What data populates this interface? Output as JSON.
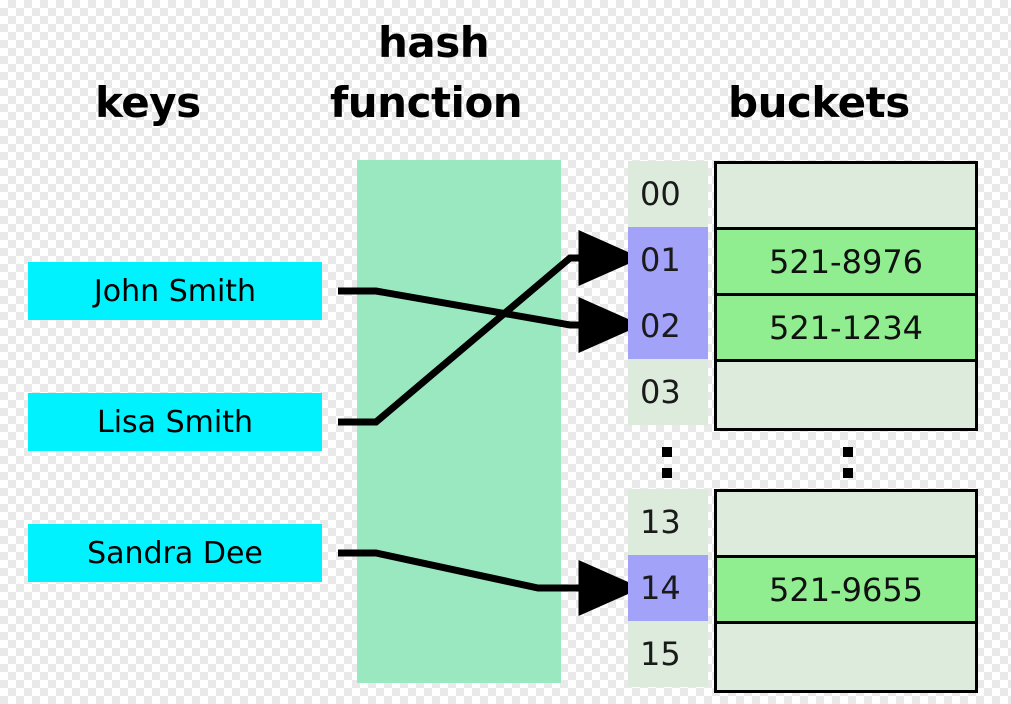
{
  "headings": {
    "keys": "keys",
    "hash_line1": "hash",
    "hash_line2": "function",
    "buckets": "buckets"
  },
  "keys": [
    {
      "label": "John Smith"
    },
    {
      "label": "Lisa Smith"
    },
    {
      "label": "Sandra Dee"
    }
  ],
  "buckets_top": [
    {
      "index": "00",
      "value": "",
      "filled": false
    },
    {
      "index": "01",
      "value": "521-8976",
      "filled": true
    },
    {
      "index": "02",
      "value": "521-1234",
      "filled": true
    },
    {
      "index": "03",
      "value": "",
      "filled": false
    }
  ],
  "buckets_bottom": [
    {
      "index": "13",
      "value": "",
      "filled": false
    },
    {
      "index": "14",
      "value": "521-9655",
      "filled": true
    },
    {
      "index": "15",
      "value": "",
      "filled": false
    }
  ],
  "ellipsis": {
    "index_column": ":",
    "bucket_column": ":"
  },
  "mappings": [
    {
      "from": "John Smith",
      "to": "02"
    },
    {
      "from": "Lisa Smith",
      "to": "01"
    },
    {
      "from": "Sandra Dee",
      "to": "14"
    }
  ],
  "colors": {
    "key_box": "#00F2FF",
    "hash_column": "#9AE8C0",
    "index_filled": "#A2A2F9",
    "index_empty": "#DCEBDC",
    "bucket_filled": "#90EE90",
    "bucket_empty": "#DCEBDC",
    "border": "#000000",
    "text": "#000000"
  }
}
